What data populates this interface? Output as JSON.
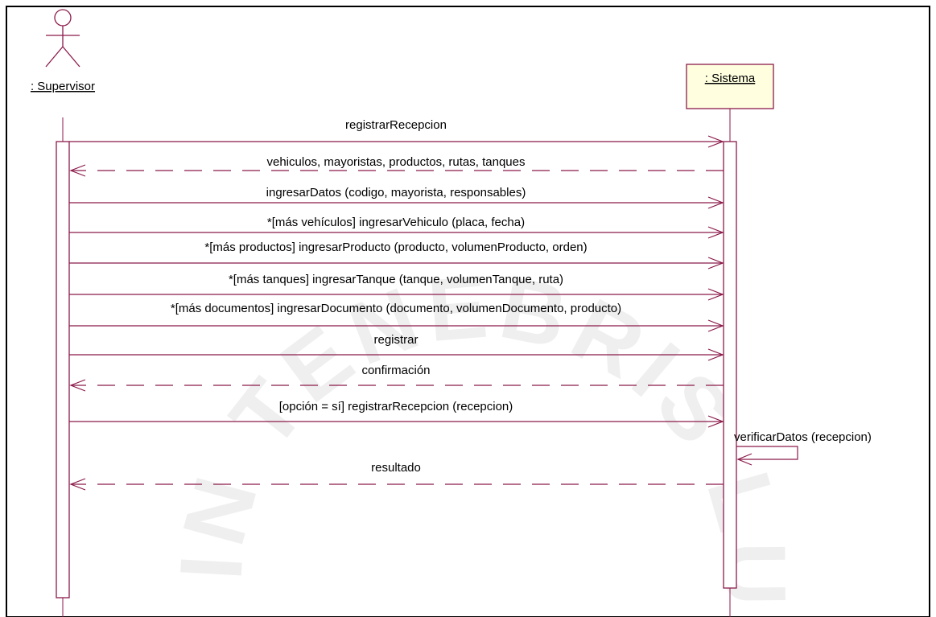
{
  "colors": {
    "line": "#8b1a4a",
    "border": "#000000",
    "object_fill": "#ffffe0",
    "text": "#000000",
    "watermark": "#eeeeee"
  },
  "watermark": {
    "text": "LUX IN TENEBRIS LUCET"
  },
  "actor": {
    "name": ": Supervisor",
    "icon": "stick-figure-icon"
  },
  "object": {
    "name": ": Sistema"
  },
  "messages": [
    {
      "label": "registrarRecepcion",
      "kind": "call"
    },
    {
      "label": "vehiculos, mayoristas, productos, rutas, tanques",
      "kind": "return"
    },
    {
      "label": "ingresarDatos (codigo, mayorista, responsables)",
      "kind": "call"
    },
    {
      "label": "*[más vehículos] ingresarVehiculo (placa, fecha)",
      "kind": "call"
    },
    {
      "label": "*[más productos] ingresarProducto (producto, volumenProducto, orden)",
      "kind": "call"
    },
    {
      "label": "*[más tanques] ingresarTanque (tanque, volumenTanque, ruta)",
      "kind": "call"
    },
    {
      "label": "*[más documentos] ingresarDocumento (documento, volumenDocumento, producto)",
      "kind": "call"
    },
    {
      "label": "registrar",
      "kind": "call"
    },
    {
      "label": "confirmación",
      "kind": "return"
    },
    {
      "label": "[opción = sí] registrarRecepcion (recepcion)",
      "kind": "call"
    },
    {
      "label": "verificarDatos (recepcion)",
      "kind": "self"
    },
    {
      "label": "resultado",
      "kind": "return"
    }
  ]
}
